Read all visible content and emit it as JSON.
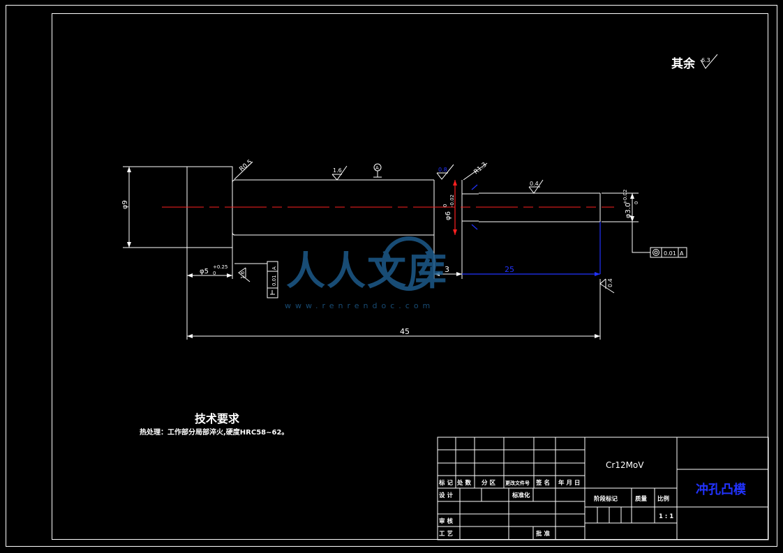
{
  "surface_note": {
    "label": "其余",
    "value": "6.3"
  },
  "dimensions": {
    "head_dia": "φ9",
    "head_fillet": "R0.5",
    "shoulder_fillet": "R1.3",
    "shank_dia_main": "φ6",
    "shank_dia_upper": "0",
    "shank_dia_lower": "-0.02",
    "tip_dia_main": "φ3.0",
    "tip_dia_upper": "+0.02",
    "tip_dia_lower": "0",
    "head_height_main": "φ5",
    "head_height_upper": "+0.25",
    "head_height_lower": "0",
    "step_3": "3",
    "length_25": "25",
    "length_45": "45"
  },
  "roughness": {
    "shank": "1.6",
    "shoulder": "0.8",
    "tip": "0.4",
    "head_face": "1.6",
    "tip_end": "0.4"
  },
  "datum": {
    "letter": "A"
  },
  "tolerance": {
    "coaxial_value": "0.01",
    "coaxial_ref": "A",
    "perp_value": "0.01",
    "perp_ref": "A"
  },
  "tech_requirements": {
    "title": "技术要求",
    "line1": "热处理：工作部分局部淬火,硬度HRC58~62。"
  },
  "title_block": {
    "material": "Cr12MoV",
    "part_name": "冲孔凸模",
    "h_mark": "标 记",
    "h_count": "处 数",
    "h_zone": "分 区",
    "h_docno": "更改文件号",
    "h_sign": "签 名",
    "h_date": "年 月 日",
    "design": "设 计",
    "standard": "标准化",
    "review": "审 核",
    "process": "工 艺",
    "approve": "批 准",
    "stage_mark": "阶段标记",
    "mass": "质量",
    "scale": "比例",
    "scale_value": "1 : 1"
  },
  "watermark": {
    "text": "人人文库",
    "url": "www.renrendoc.com"
  },
  "colors": {
    "line": "#ffffff",
    "center": "#ff2020",
    "dim_red": "#ff2020",
    "dim_blue": "#2233ff",
    "watermark": "#1d5a8a"
  }
}
